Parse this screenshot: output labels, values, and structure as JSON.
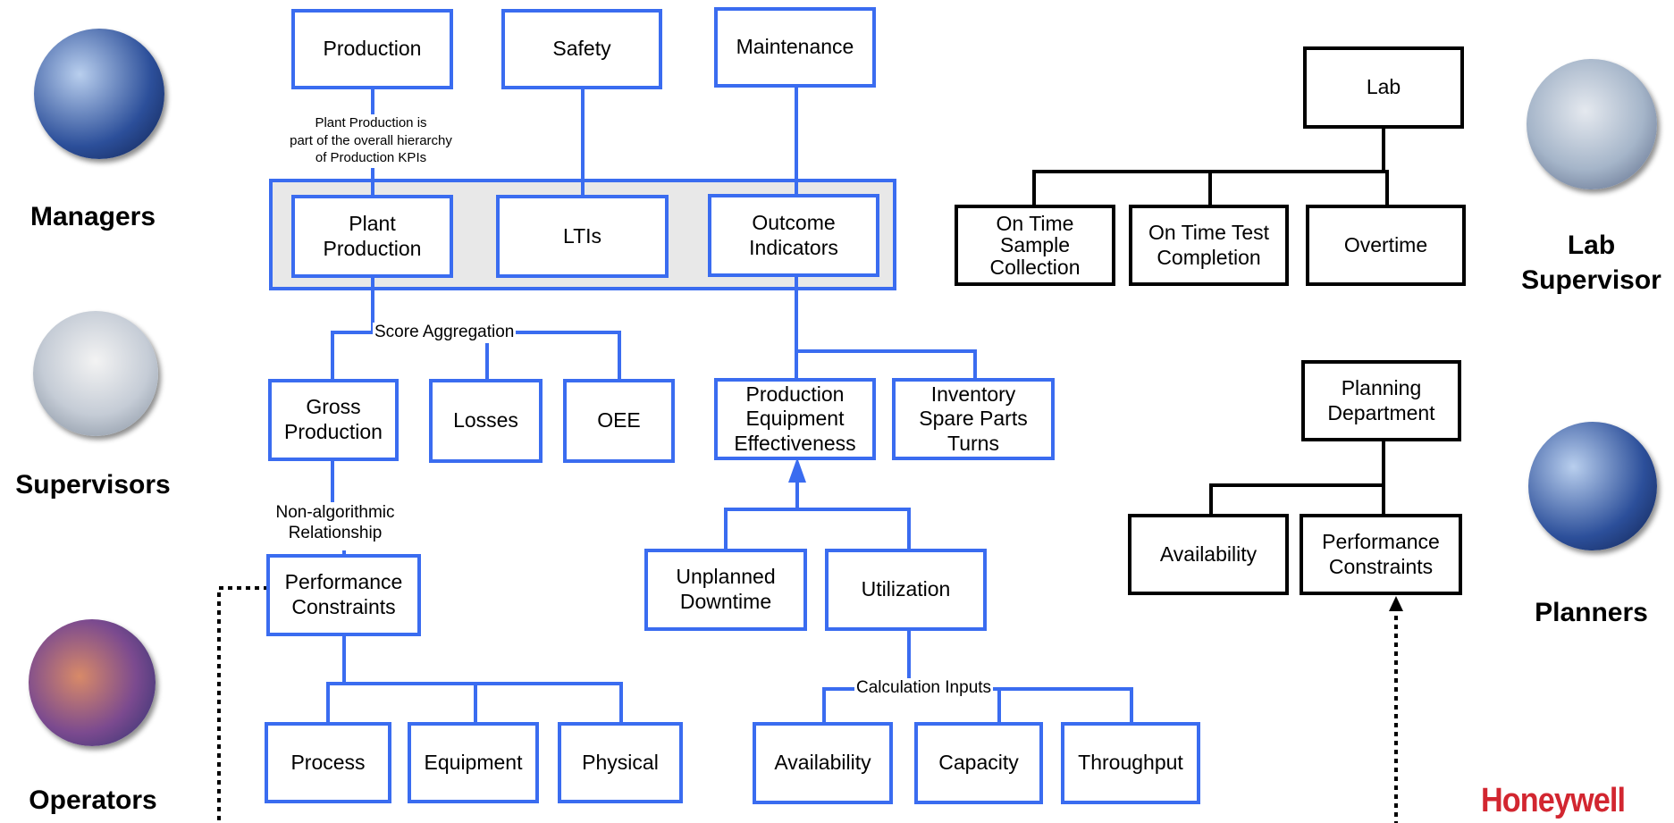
{
  "roles": {
    "managers": "Managers",
    "supervisors": "Supervisors",
    "operators": "Operators",
    "lab_supervisor": "Lab\nSupervisor",
    "planners": "Planners"
  },
  "top_boxes": {
    "production": "Production",
    "safety": "Safety",
    "maintenance": "Maintenance"
  },
  "notes": {
    "plant_production_note": "Plant Production is\npart of the overall hierarchy\nof Production KPIs",
    "score_aggregation": "Score Aggregation",
    "non_algorithmic": "Non-algorithmic\nRelationship",
    "calculation_inputs": "Calculation Inputs"
  },
  "group_boxes": {
    "plant_production": "Plant\nProduction",
    "ltis": "LTIs",
    "outcome_indicators": "Outcome\nIndicators"
  },
  "supervisor_level": {
    "gross_production": "Gross\nProduction",
    "losses": "Losses",
    "oee": "OEE",
    "pee": "Production\nEquipment\nEffectiveness",
    "inventory": "Inventory\nSpare Parts\nTurns"
  },
  "operator_level": {
    "performance_constraints": "Performance\nConstraints",
    "process": "Process",
    "equipment": "Equipment",
    "physical": "Physical",
    "unplanned_downtime": "Unplanned\nDowntime",
    "utilization": "Utilization",
    "availability": "Availability",
    "capacity": "Capacity",
    "throughput": "Throughput"
  },
  "lab": {
    "lab": "Lab",
    "on_time_sample": "On Time\nSample\nCollection",
    "on_time_test": "On Time Test\nCompletion",
    "overtime": "Overtime"
  },
  "planning": {
    "planning_department": "Planning\nDepartment",
    "availability": "Availability",
    "performance_constraints": "Performance\nConstraints"
  },
  "brand": {
    "logo_text": "Honeywell",
    "logo_color": "#d22630"
  },
  "colors": {
    "blue": "#3a6cf0",
    "group_fill": "#e8e8e8",
    "black": "#000000"
  }
}
